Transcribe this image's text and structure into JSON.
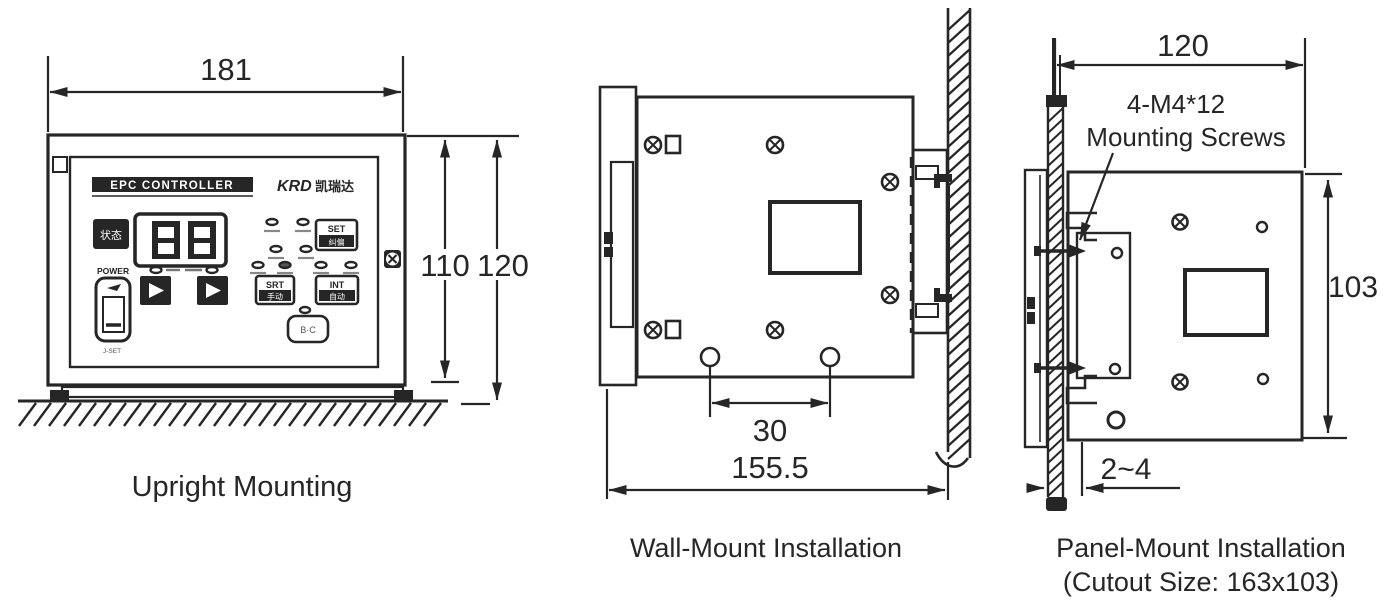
{
  "colors": {
    "ink": "#262626",
    "background": "#ffffff"
  },
  "upright": {
    "caption": "Upright Mounting",
    "dims": {
      "width": "181",
      "height_inner": "110",
      "height_outer": "120"
    },
    "panel": {
      "title": "EPC CONTROLLER",
      "brand": "KRD",
      "brand_cn": "凯瑞达",
      "status_button": "状态",
      "display_value": "88",
      "power_label": "POWER",
      "power_sub_label": "J-SET",
      "set_button": {
        "top": "SET",
        "bottom": "纠偏"
      },
      "left_button": {
        "top": "SRT",
        "bottom": "手动"
      },
      "right_button": {
        "top": "INT",
        "bottom": "自动"
      },
      "round_button": "B·C"
    }
  },
  "wall_mount": {
    "caption": "Wall-Mount Installation",
    "dims": {
      "hole_spacing": "30",
      "width": "155.5"
    }
  },
  "panel_mount": {
    "caption": "Panel-Mount Installation",
    "caption_sub": "(Cutout Size: 163x103)",
    "screw_note": {
      "line1": "4-M4*12",
      "line2": "Mounting Screws"
    },
    "dims": {
      "width": "120",
      "height": "103",
      "panel_thickness": "2~4"
    }
  }
}
